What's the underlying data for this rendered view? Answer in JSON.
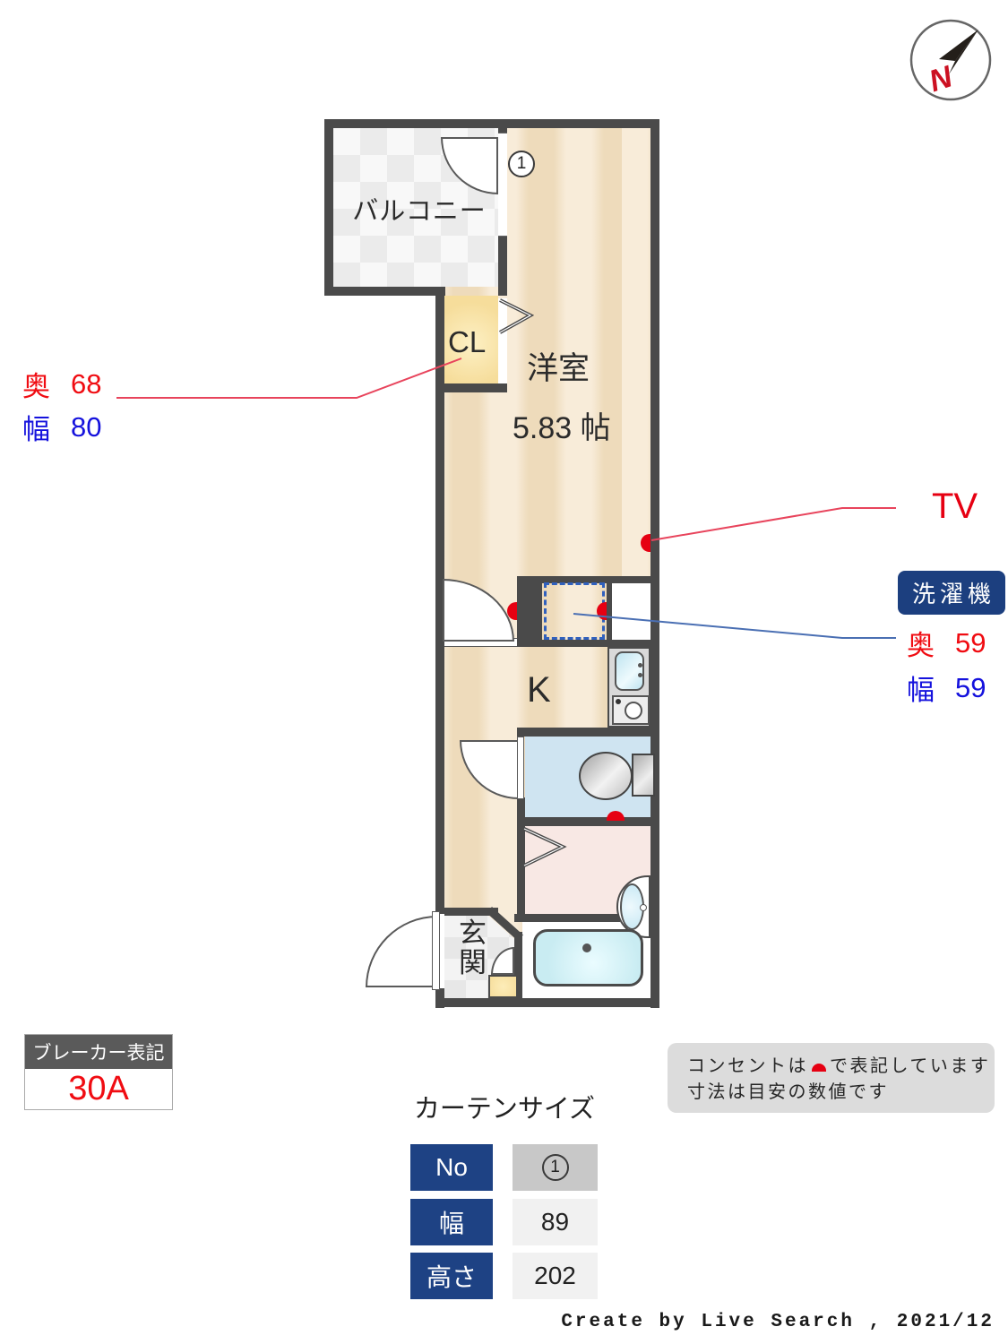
{
  "compass": {
    "north_label": "N"
  },
  "plan": {
    "balcony_label": "バルコニー",
    "room_label": "洋室",
    "room_size": "5.83 帖",
    "closet_label": "CL",
    "kitchen_label": "K",
    "entrance_label": "玄関",
    "window_badge": "1"
  },
  "dims_closet": {
    "depth_label": "奥",
    "depth_value": "68",
    "width_label": "幅",
    "width_value": "80"
  },
  "tv_label": "TV",
  "washer": {
    "badge": "洗濯機",
    "depth_label": "奥",
    "depth_value": "59",
    "width_label": "幅",
    "width_value": "59"
  },
  "breaker": {
    "title": "ブレーカー表記",
    "value": "30A"
  },
  "curtain": {
    "title": "カーテンサイズ",
    "rows": [
      {
        "label": "No",
        "value": "1"
      },
      {
        "label": "幅",
        "value": "89"
      },
      {
        "label": "高さ",
        "value": "202"
      }
    ]
  },
  "notes": {
    "line1_pre": "コンセントは",
    "line1_post": "で表記しています",
    "line2": "寸法は目安の数値です"
  },
  "credit": "Create by Live Search , 2021/12",
  "colors": {
    "accent_red": "#e60012",
    "accent_blue": "#1512dd",
    "badge_blue": "#1c3f7f",
    "wall": "#4a4a4a"
  }
}
